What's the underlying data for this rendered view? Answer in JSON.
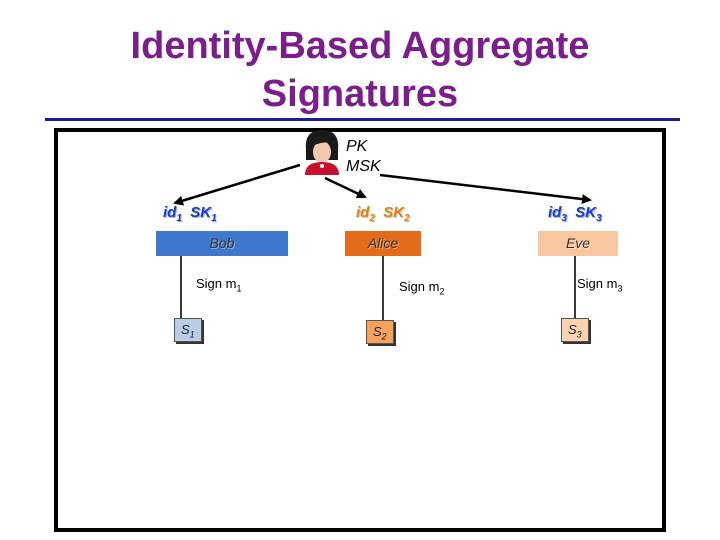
{
  "title": {
    "line1": "Identity-Based Aggregate",
    "line2": "Signatures"
  },
  "authority": {
    "icon": "woman-avatar-icon",
    "pk_label": "PK",
    "msk_label": "MSK"
  },
  "users": [
    {
      "id_base": "id",
      "id_sub": "1",
      "sk_base": "SK",
      "sk_sub": "1",
      "name": "Bob",
      "sign_base": "Sign m",
      "sign_sub": "1",
      "sig_base": "S",
      "sig_sub": "1",
      "box_color": "#3d78cc",
      "sig_color": "#b9cde6",
      "id_color": "#1a3ec8"
    },
    {
      "id_base": "id",
      "id_sub": "2",
      "sk_base": "SK",
      "sk_sub": "2",
      "name": "Alice",
      "sign_base": "Sign m",
      "sign_sub": "2",
      "sig_base": "S",
      "sig_sub": "2",
      "box_color": "#e36c1a",
      "sig_color": "#f5a25d",
      "id_color": "#e0801f"
    },
    {
      "id_base": "id",
      "id_sub": "3",
      "sk_base": "SK",
      "sk_sub": "3",
      "name": "Eve",
      "sign_base": "Sign m",
      "sign_sub": "3",
      "sig_base": "S",
      "sig_sub": "3",
      "box_color": "#f8c7a0",
      "sig_color": "#f9d2b0",
      "id_color": "#1a3ec8"
    }
  ],
  "colors": {
    "title": "#7b1e8c",
    "rule": "#1a1f8f"
  }
}
